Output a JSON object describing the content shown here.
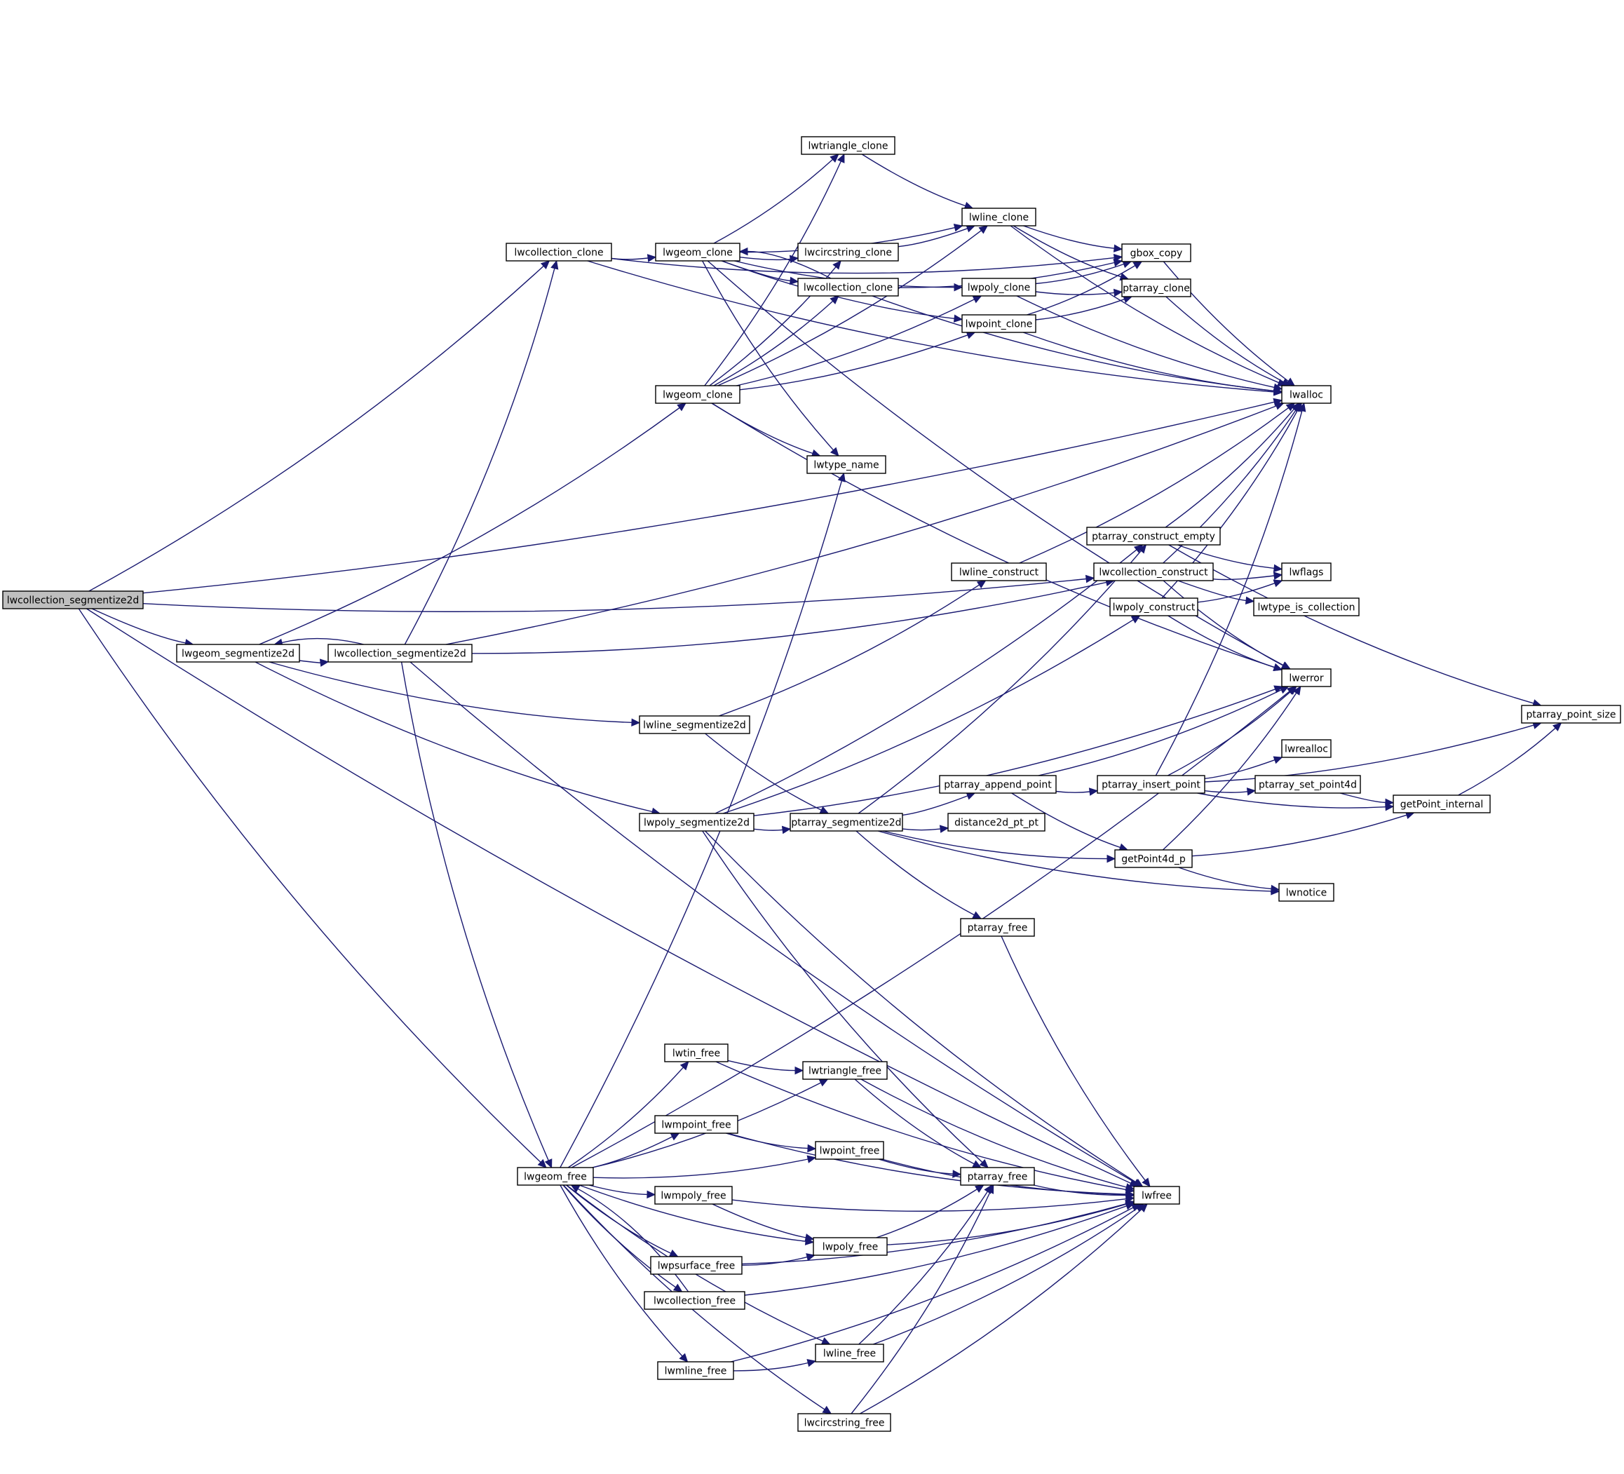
{
  "graph": {
    "root": "n0",
    "nodes": [
      {
        "id": "n0",
        "label": "lwcollection_segmentize2d"
      },
      {
        "id": "n1",
        "label": "lwcollection_clone"
      },
      {
        "id": "n2",
        "label": "lwgeom_clone"
      },
      {
        "id": "n3",
        "label": "lwgeom_clone"
      },
      {
        "id": "n4",
        "label": "lwtriangle_clone"
      },
      {
        "id": "n5",
        "label": "lwcircstring_clone"
      },
      {
        "id": "n6",
        "label": "lwcollection_clone"
      },
      {
        "id": "n7",
        "label": "lwline_clone"
      },
      {
        "id": "n8",
        "label": "lwpoly_clone"
      },
      {
        "id": "n9",
        "label": "lwpoint_clone"
      },
      {
        "id": "n10",
        "label": "gbox_copy"
      },
      {
        "id": "n11",
        "label": "ptarray_clone"
      },
      {
        "id": "n12",
        "label": "lwalloc"
      },
      {
        "id": "n13",
        "label": "lwtype_name"
      },
      {
        "id": "n14",
        "label": "ptarray_construct_empty"
      },
      {
        "id": "n15",
        "label": "lwcollection_construct"
      },
      {
        "id": "n16",
        "label": "lwline_construct"
      },
      {
        "id": "n17",
        "label": "lwpoly_construct"
      },
      {
        "id": "n18",
        "label": "lwflags"
      },
      {
        "id": "n19",
        "label": "lwtype_is_collection"
      },
      {
        "id": "n20",
        "label": "lwerror"
      },
      {
        "id": "n21",
        "label": "lwgeom_segmentize2d"
      },
      {
        "id": "n22",
        "label": "lwcollection_segmentize2d"
      },
      {
        "id": "n23",
        "label": "lwline_segmentize2d"
      },
      {
        "id": "n24",
        "label": "lwpoly_segmentize2d"
      },
      {
        "id": "n25",
        "label": "ptarray_segmentize2d"
      },
      {
        "id": "n26",
        "label": "ptarray_append_point"
      },
      {
        "id": "n27",
        "label": "ptarray_insert_point"
      },
      {
        "id": "n28",
        "label": "lwrealloc"
      },
      {
        "id": "n29",
        "label": "ptarray_set_point4d"
      },
      {
        "id": "n30",
        "label": "getPoint_internal"
      },
      {
        "id": "n31",
        "label": "ptarray_point_size"
      },
      {
        "id": "n32",
        "label": "distance2d_pt_pt"
      },
      {
        "id": "n33",
        "label": "getPoint4d_p"
      },
      {
        "id": "n34",
        "label": "lwnotice"
      },
      {
        "id": "n35",
        "label": "ptarray_free"
      },
      {
        "id": "n36",
        "label": "lwgeom_free"
      },
      {
        "id": "n37",
        "label": "lwtin_free"
      },
      {
        "id": "n38",
        "label": "lwtriangle_free"
      },
      {
        "id": "n39",
        "label": "lwmpoint_free"
      },
      {
        "id": "n40",
        "label": "lwpoint_free"
      },
      {
        "id": "n41",
        "label": "ptarray_free"
      },
      {
        "id": "n42",
        "label": "lwfree"
      },
      {
        "id": "n43",
        "label": "lwmpoly_free"
      },
      {
        "id": "n44",
        "label": "lwpoly_free"
      },
      {
        "id": "n45",
        "label": "lwpsurface_free"
      },
      {
        "id": "n46",
        "label": "lwcollection_free"
      },
      {
        "id": "n47",
        "label": "lwline_free"
      },
      {
        "id": "n48",
        "label": "lwmline_free"
      },
      {
        "id": "n49",
        "label": "lwcircstring_free"
      }
    ],
    "edges": [
      {
        "from": "n0",
        "to": "n1"
      },
      {
        "from": "n0",
        "to": "n12"
      },
      {
        "from": "n0",
        "to": "n15"
      },
      {
        "from": "n0",
        "to": "n21"
      },
      {
        "from": "n0",
        "to": "n36"
      },
      {
        "from": "n0",
        "to": "n42"
      },
      {
        "from": "n1",
        "to": "n2"
      },
      {
        "from": "n1",
        "to": "n10"
      },
      {
        "from": "n1",
        "to": "n12"
      },
      {
        "from": "n2",
        "to": "n5"
      },
      {
        "from": "n2",
        "to": "n6"
      },
      {
        "from": "n2",
        "to": "n4"
      },
      {
        "from": "n2",
        "to": "n7"
      },
      {
        "from": "n2",
        "to": "n8"
      },
      {
        "from": "n2",
        "to": "n9"
      },
      {
        "from": "n2",
        "to": "n13"
      },
      {
        "from": "n2",
        "to": "n20"
      },
      {
        "from": "n3",
        "to": "n4"
      },
      {
        "from": "n3",
        "to": "n5"
      },
      {
        "from": "n3",
        "to": "n6"
      },
      {
        "from": "n3",
        "to": "n7"
      },
      {
        "from": "n3",
        "to": "n8"
      },
      {
        "from": "n3",
        "to": "n9"
      },
      {
        "from": "n3",
        "to": "n13"
      },
      {
        "from": "n3",
        "to": "n20"
      },
      {
        "from": "n4",
        "to": "n7"
      },
      {
        "from": "n5",
        "to": "n7"
      },
      {
        "from": "n6",
        "to": "n2"
      },
      {
        "from": "n6",
        "to": "n10"
      },
      {
        "from": "n6",
        "to": "n12"
      },
      {
        "from": "n7",
        "to": "n10"
      },
      {
        "from": "n7",
        "to": "n11"
      },
      {
        "from": "n7",
        "to": "n12"
      },
      {
        "from": "n8",
        "to": "n10"
      },
      {
        "from": "n8",
        "to": "n11"
      },
      {
        "from": "n8",
        "to": "n12"
      },
      {
        "from": "n9",
        "to": "n10"
      },
      {
        "from": "n9",
        "to": "n11"
      },
      {
        "from": "n9",
        "to": "n12"
      },
      {
        "from": "n10",
        "to": "n12"
      },
      {
        "from": "n11",
        "to": "n12"
      },
      {
        "from": "n14",
        "to": "n12"
      },
      {
        "from": "n14",
        "to": "n18"
      },
      {
        "from": "n14",
        "to": "n31"
      },
      {
        "from": "n15",
        "to": "n12"
      },
      {
        "from": "n15",
        "to": "n18"
      },
      {
        "from": "n15",
        "to": "n19"
      },
      {
        "from": "n15",
        "to": "n20"
      },
      {
        "from": "n16",
        "to": "n12"
      },
      {
        "from": "n17",
        "to": "n12"
      },
      {
        "from": "n17",
        "to": "n18"
      },
      {
        "from": "n17",
        "to": "n20"
      },
      {
        "from": "n21",
        "to": "n3"
      },
      {
        "from": "n21",
        "to": "n22"
      },
      {
        "from": "n21",
        "to": "n23"
      },
      {
        "from": "n21",
        "to": "n24"
      },
      {
        "from": "n22",
        "to": "n21"
      },
      {
        "from": "n22",
        "to": "n1"
      },
      {
        "from": "n22",
        "to": "n12"
      },
      {
        "from": "n22",
        "to": "n15"
      },
      {
        "from": "n22",
        "to": "n36"
      },
      {
        "from": "n22",
        "to": "n42"
      },
      {
        "from": "n23",
        "to": "n16"
      },
      {
        "from": "n23",
        "to": "n25"
      },
      {
        "from": "n24",
        "to": "n14"
      },
      {
        "from": "n24",
        "to": "n17"
      },
      {
        "from": "n24",
        "to": "n20"
      },
      {
        "from": "n24",
        "to": "n25"
      },
      {
        "from": "n24",
        "to": "n41"
      },
      {
        "from": "n24",
        "to": "n42"
      },
      {
        "from": "n25",
        "to": "n14"
      },
      {
        "from": "n25",
        "to": "n26"
      },
      {
        "from": "n25",
        "to": "n32"
      },
      {
        "from": "n25",
        "to": "n33"
      },
      {
        "from": "n25",
        "to": "n34"
      },
      {
        "from": "n25",
        "to": "n35"
      },
      {
        "from": "n26",
        "to": "n20"
      },
      {
        "from": "n26",
        "to": "n27"
      },
      {
        "from": "n26",
        "to": "n33"
      },
      {
        "from": "n27",
        "to": "n12"
      },
      {
        "from": "n27",
        "to": "n20"
      },
      {
        "from": "n27",
        "to": "n28"
      },
      {
        "from": "n27",
        "to": "n29"
      },
      {
        "from": "n27",
        "to": "n30"
      },
      {
        "from": "n27",
        "to": "n31"
      },
      {
        "from": "n29",
        "to": "n30"
      },
      {
        "from": "n30",
        "to": "n31"
      },
      {
        "from": "n33",
        "to": "n20"
      },
      {
        "from": "n33",
        "to": "n30"
      },
      {
        "from": "n33",
        "to": "n34"
      },
      {
        "from": "n35",
        "to": "n42"
      },
      {
        "from": "n36",
        "to": "n13"
      },
      {
        "from": "n36",
        "to": "n20"
      },
      {
        "from": "n36",
        "to": "n37"
      },
      {
        "from": "n36",
        "to": "n38"
      },
      {
        "from": "n36",
        "to": "n39"
      },
      {
        "from": "n36",
        "to": "n40"
      },
      {
        "from": "n36",
        "to": "n43"
      },
      {
        "from": "n36",
        "to": "n44"
      },
      {
        "from": "n36",
        "to": "n45"
      },
      {
        "from": "n36",
        "to": "n46"
      },
      {
        "from": "n36",
        "to": "n47"
      },
      {
        "from": "n36",
        "to": "n48"
      },
      {
        "from": "n36",
        "to": "n49"
      },
      {
        "from": "n37",
        "to": "n38"
      },
      {
        "from": "n37",
        "to": "n42"
      },
      {
        "from": "n38",
        "to": "n41"
      },
      {
        "from": "n38",
        "to": "n42"
      },
      {
        "from": "n39",
        "to": "n40"
      },
      {
        "from": "n39",
        "to": "n42"
      },
      {
        "from": "n40",
        "to": "n41"
      },
      {
        "from": "n40",
        "to": "n42"
      },
      {
        "from": "n41",
        "to": "n42"
      },
      {
        "from": "n43",
        "to": "n44"
      },
      {
        "from": "n43",
        "to": "n42"
      },
      {
        "from": "n44",
        "to": "n41"
      },
      {
        "from": "n44",
        "to": "n42"
      },
      {
        "from": "n45",
        "to": "n44"
      },
      {
        "from": "n45",
        "to": "n42"
      },
      {
        "from": "n46",
        "to": "n36"
      },
      {
        "from": "n46",
        "to": "n42"
      },
      {
        "from": "n47",
        "to": "n41"
      },
      {
        "from": "n47",
        "to": "n42"
      },
      {
        "from": "n48",
        "to": "n47"
      },
      {
        "from": "n48",
        "to": "n42"
      },
      {
        "from": "n49",
        "to": "n41"
      },
      {
        "from": "n49",
        "to": "n42"
      }
    ]
  },
  "colors": {
    "edge": "#191970",
    "node_fill": "#ffffff",
    "root_fill": "#bfbfbf",
    "border": "#000000"
  }
}
